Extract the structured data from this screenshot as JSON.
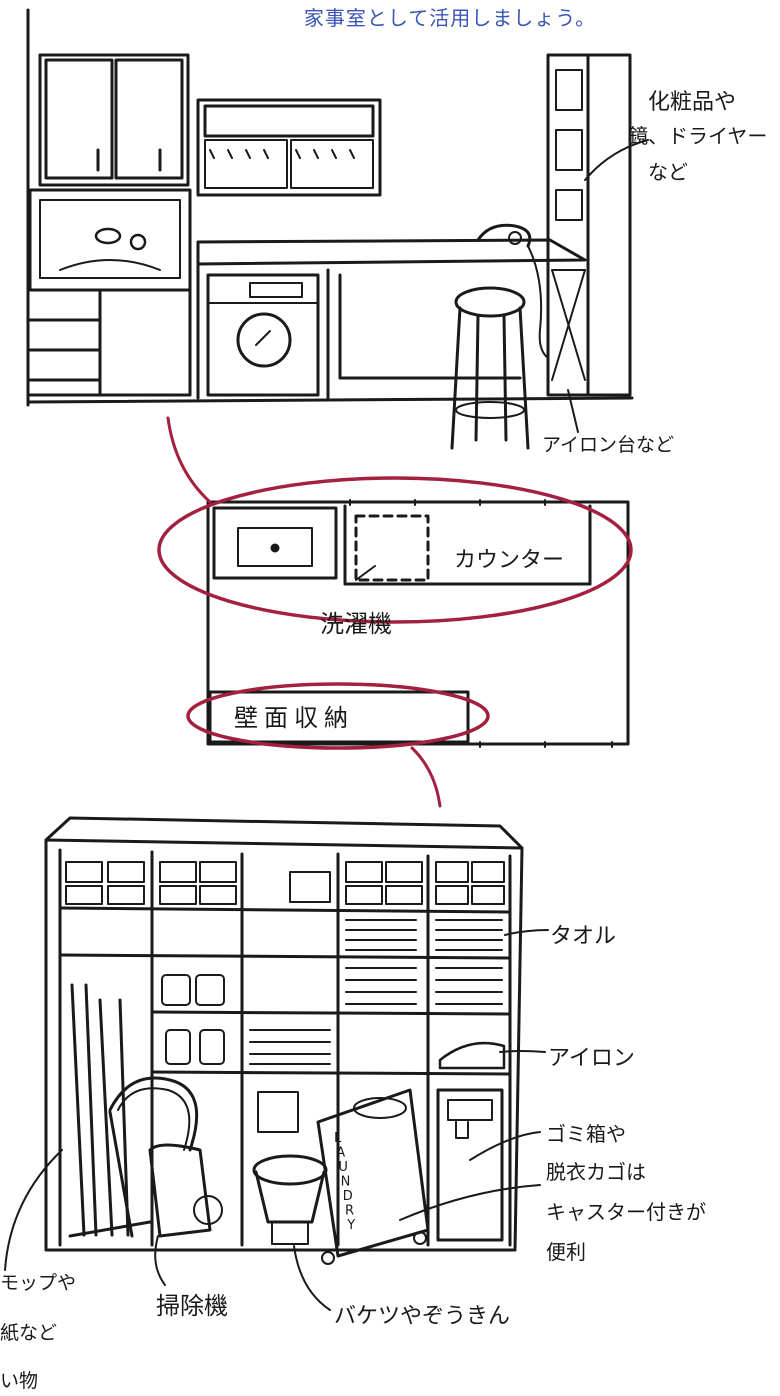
{
  "caption": "家事室として活用しましょう。",
  "top_scene": {
    "labels": {
      "cosmetics_1": "化粧品や",
      "cosmetics_2": "鏡、ドライヤー",
      "cosmetics_3": "など",
      "ironing_board": "アイロン台など"
    }
  },
  "floor_plan": {
    "labels": {
      "counter": "カウンター",
      "washer": "洗濯機",
      "wall_storage": "壁面収納"
    }
  },
  "storage_scene": {
    "labels": {
      "towel": "タオル",
      "iron": "アイロン",
      "bins_1": "ゴミ箱や",
      "bins_2": "脱衣カゴは",
      "bins_3": "キャスター付きが",
      "bins_4": "便利",
      "mop_1": "モップや",
      "mop_2": "紙など",
      "mop_3": "い物",
      "vacuum": "掃除機",
      "bucket": "バケツやぞうきん",
      "laundry": "LAUNDRY"
    }
  },
  "colors": {
    "caption": "#3b55b8",
    "ink": "#1a1a1a",
    "highlight": "#a3203f"
  }
}
